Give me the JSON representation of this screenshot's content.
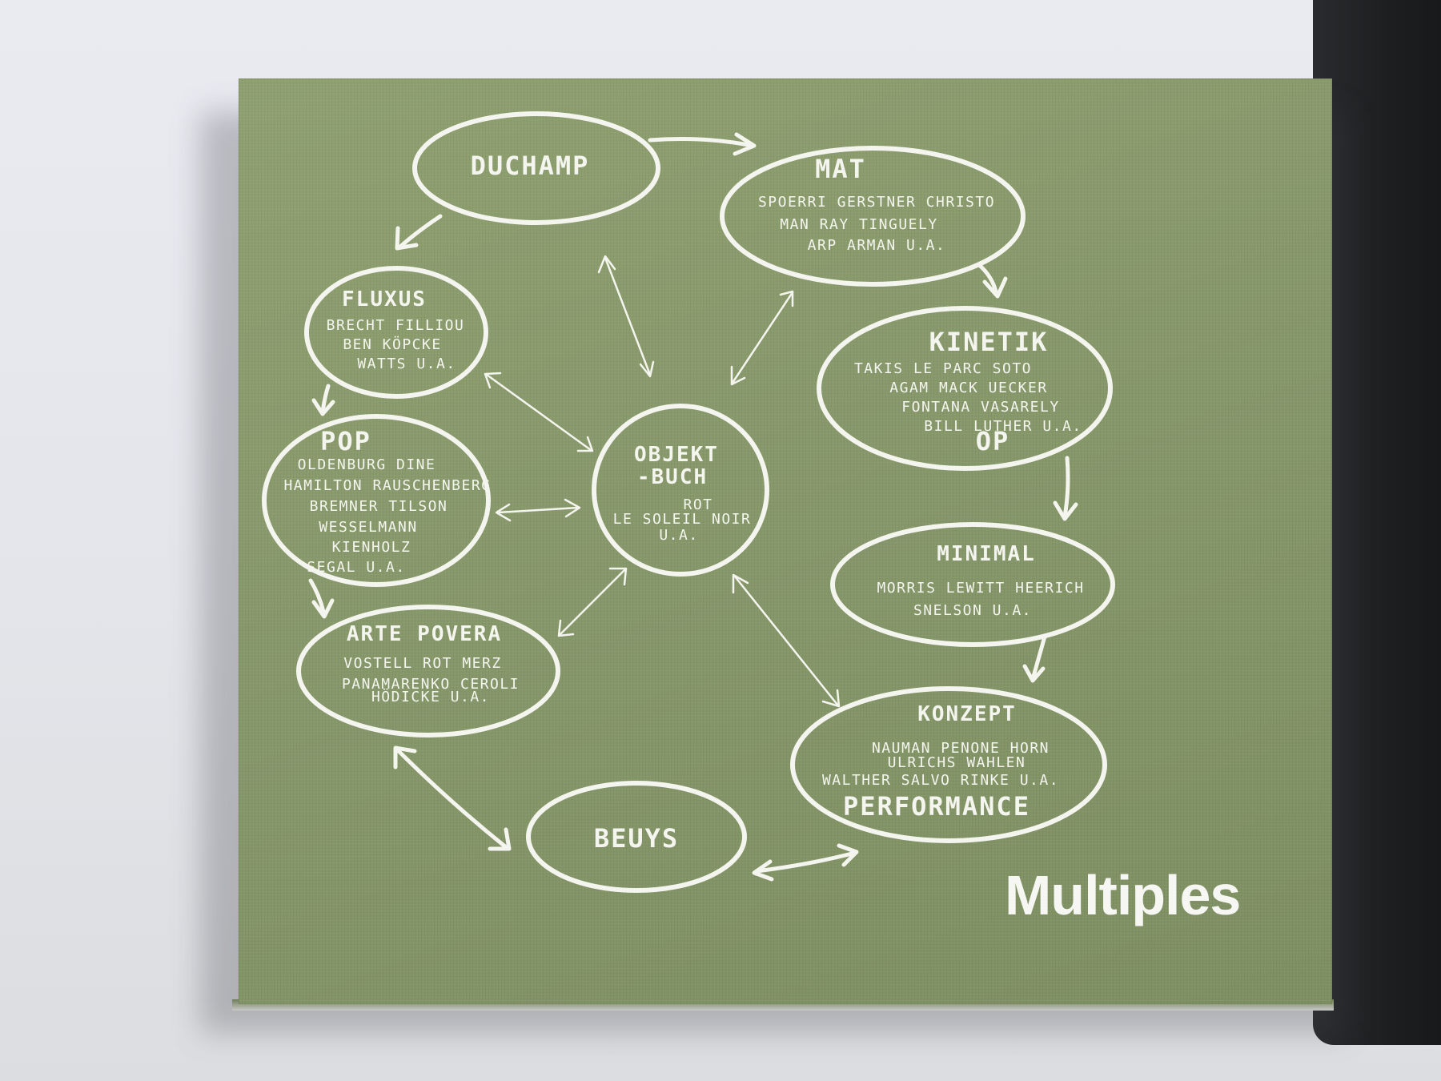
{
  "cover": {
    "title": "Multiples",
    "colors": {
      "cover": "#8a9a6b",
      "chalk": "#f4f5ee",
      "table": "#e6e8ed"
    }
  },
  "nodes": {
    "duchamp": {
      "title": "DUCHAMP",
      "lines": []
    },
    "mat": {
      "title": "MAT",
      "lines": [
        "SPOERRI GERSTNER CHRISTO",
        "MAN RAY TINGUELY",
        "ARP ARMAN U.A."
      ]
    },
    "fluxus": {
      "title": "FLUXUS",
      "lines": [
        "BRECHT FILLIOU",
        "BEN KÖPCKE",
        "WATTS U.A."
      ]
    },
    "kinetik": {
      "title": "KINETIK",
      "lines": [
        "TAKIS LE PARC SOTO",
        "AGAM MACK UECKER",
        "FONTANA VASARELY",
        "BILL LUTHER U.A."
      ],
      "footer": "OP"
    },
    "pop": {
      "title": "POP",
      "lines": [
        "OLDENBURG DINE",
        "HAMILTON RAUSCHENBERG",
        "BREMNER TILSON",
        "WESSELMANN",
        "KIENHOLZ",
        "SEGAL U.A."
      ]
    },
    "objektbuch": {
      "title_line1": "OBJEKT",
      "title_line2": "-BUCH",
      "lines": [
        "ROT",
        "LE SOLEIL NOIR",
        "U.A."
      ]
    },
    "minimal": {
      "title": "MINIMAL",
      "lines": [
        "MORRIS LEWITT HEERICH",
        "SNELSON U.A."
      ]
    },
    "arte_povera": {
      "title": "ARTE POVERA",
      "lines": [
        "VOSTELL ROT MERZ",
        "PANAMARENKO CEROLI",
        "HÖDICKE U.A."
      ]
    },
    "konzept": {
      "title": "KONZEPT",
      "lines": [
        "NAUMAN PENONE HORN",
        "ULRICHS WAHLEN",
        "WALTHER SALVO RINKE U.A."
      ],
      "footer": "PERFORMANCE"
    },
    "beuys": {
      "title": "BEUYS",
      "lines": []
    }
  }
}
